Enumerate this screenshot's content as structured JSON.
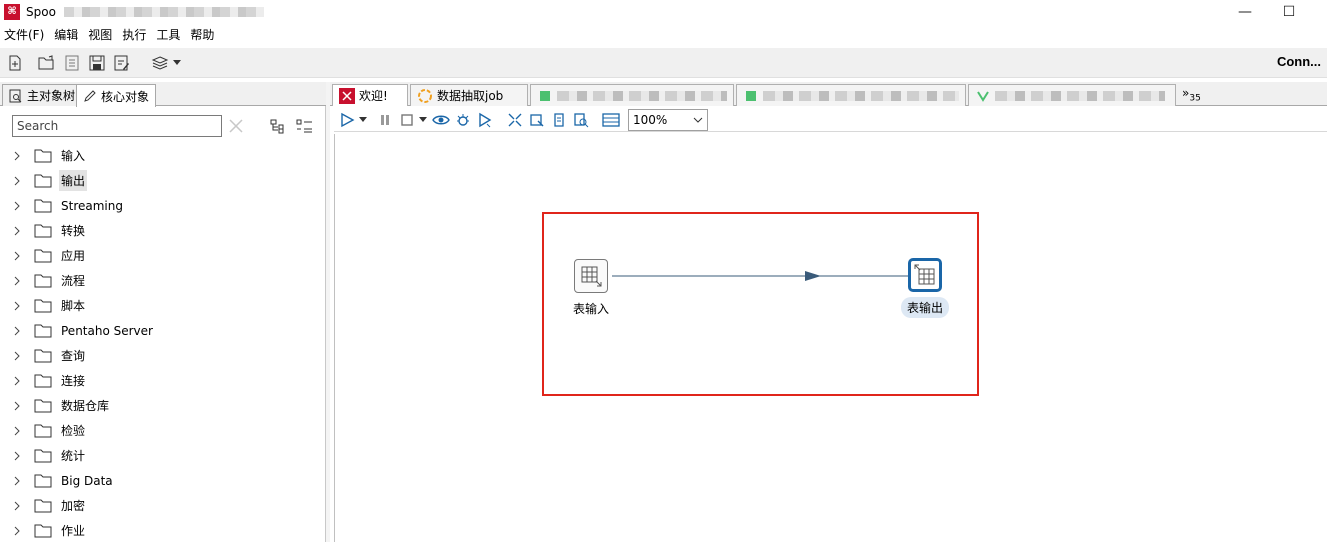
{
  "window": {
    "title": "Spoo",
    "minimize": "—",
    "maximize": "☐"
  },
  "menu": {
    "items": [
      "文件(F)",
      "编辑",
      "视图",
      "执行",
      "工具",
      "帮助"
    ]
  },
  "toolbar": {
    "connect_label": "Conn..."
  },
  "left_panel": {
    "tabs": [
      "主对象树",
      "核心对象"
    ],
    "search_placeholder": "Search",
    "tree": [
      "输入",
      "输出",
      "Streaming",
      "转换",
      "应用",
      "流程",
      "脚本",
      "Pentaho Server",
      "查询",
      "连接",
      "数据仓库",
      "检验",
      "统计",
      "Big Data",
      "加密",
      "作业"
    ],
    "selected_index": 1
  },
  "doc_tabs": {
    "tabs": [
      "欢迎!",
      "数据抽取job"
    ],
    "overflow_label": "»",
    "overflow_count": "35"
  },
  "canvas_toolbar": {
    "zoom": "100%"
  },
  "canvas": {
    "steps": [
      {
        "name": "表输入"
      },
      {
        "name": "表输出"
      }
    ]
  },
  "colors": {
    "accent": "#1a66a8",
    "highlight": "#e0251b",
    "app_logo": "#c8102e"
  }
}
